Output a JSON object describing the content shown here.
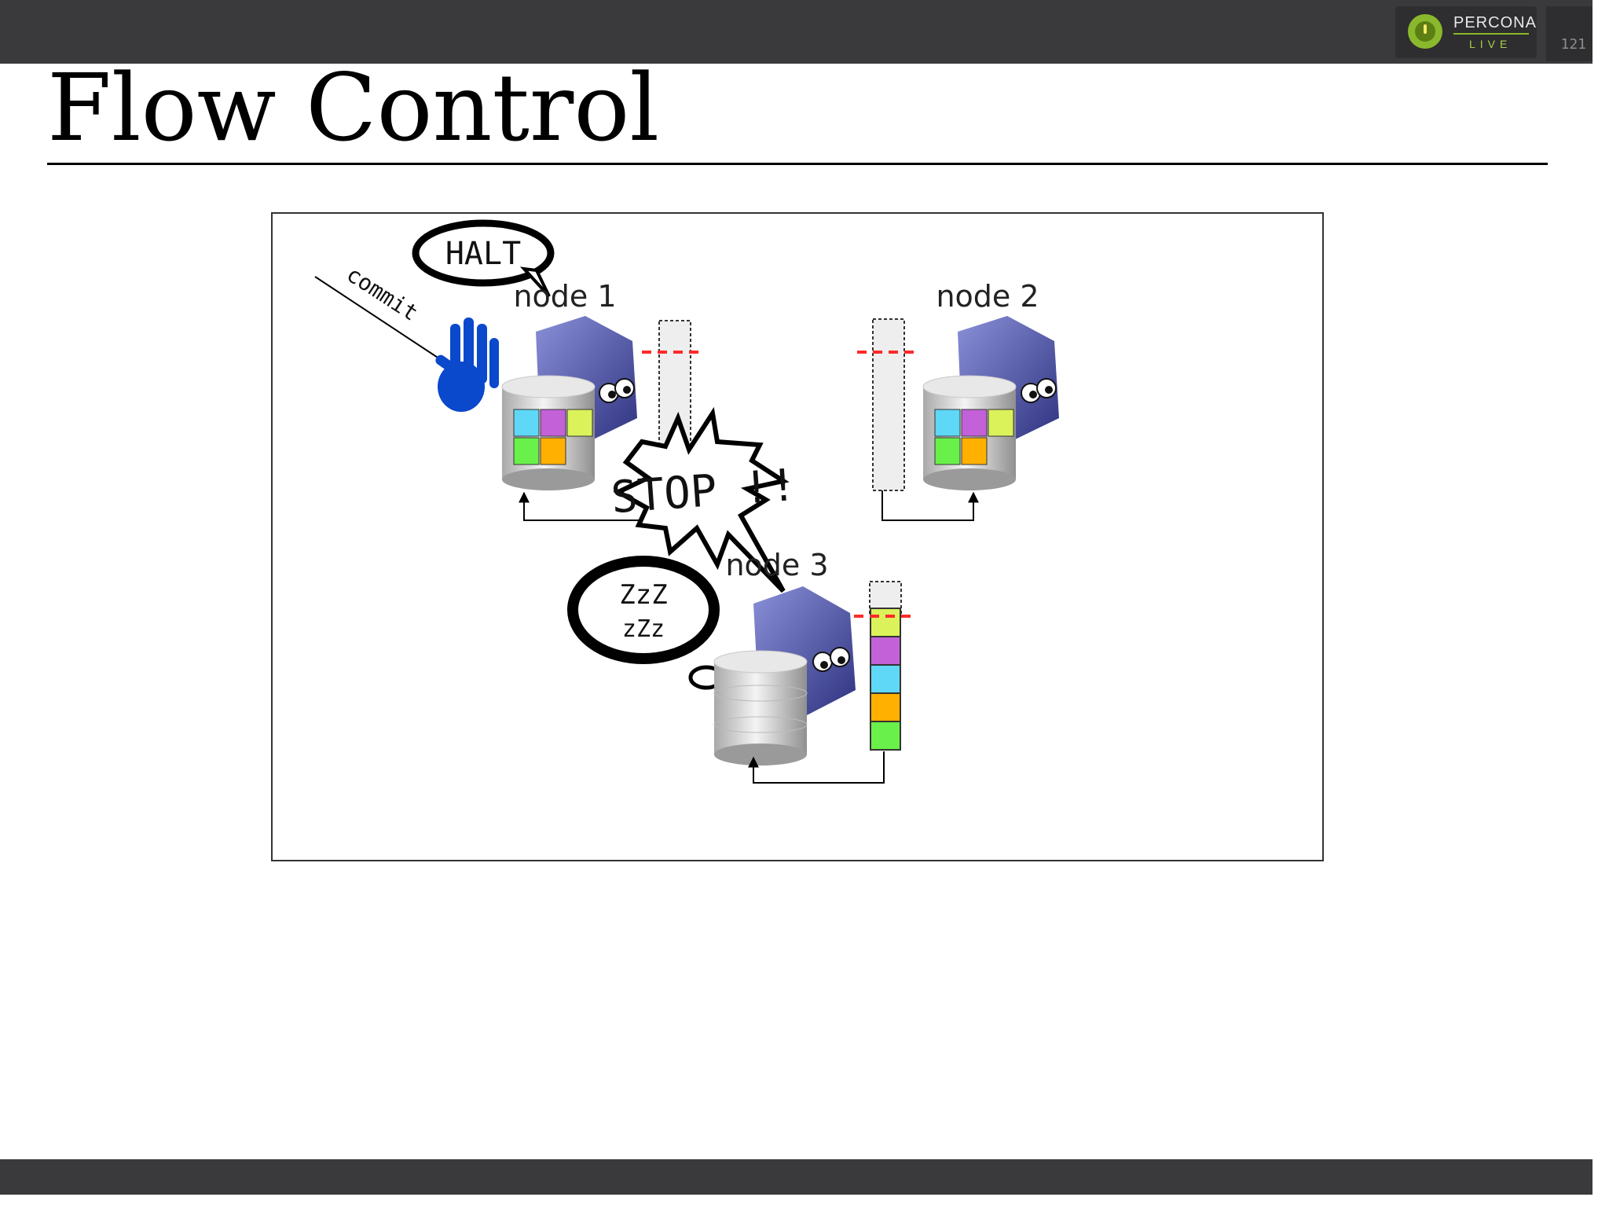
{
  "slide": {
    "title": "Flow Control",
    "page_number": "121"
  },
  "logo": {
    "brand": "PERCONA",
    "sub": "LIVE"
  },
  "diagram": {
    "halt_bubble": "HALT",
    "commit_label": "commit",
    "stop_burst": "STOP !!",
    "sleep_bubble_line1": "ZzZ",
    "sleep_bubble_line2": "zZz",
    "nodes": [
      {
        "label": "node 1"
      },
      {
        "label": "node 2"
      },
      {
        "label": "node 3"
      }
    ],
    "cube_colors": [
      "#5fd7f6",
      "#c362d8",
      "#dbf25a",
      "#6af04a",
      "#ffb000"
    ],
    "queue_colors": [
      "#dbf25a",
      "#c362d8",
      "#5fd7f6",
      "#ffb000",
      "#6af04a"
    ],
    "accent": {
      "hand": "#0a48cc",
      "threshold": "#ff2a2a",
      "server": "#4a4f9c"
    }
  }
}
